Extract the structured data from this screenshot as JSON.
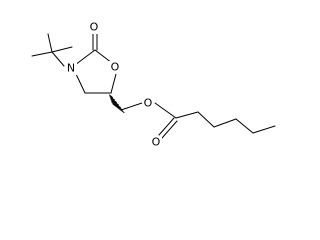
{
  "molecule": {
    "atoms": {
      "n3": "N",
      "o1": "O",
      "o_carbonyl_ring": "O",
      "o_ester": "O",
      "o_carbonyl_ester": "O"
    }
  }
}
